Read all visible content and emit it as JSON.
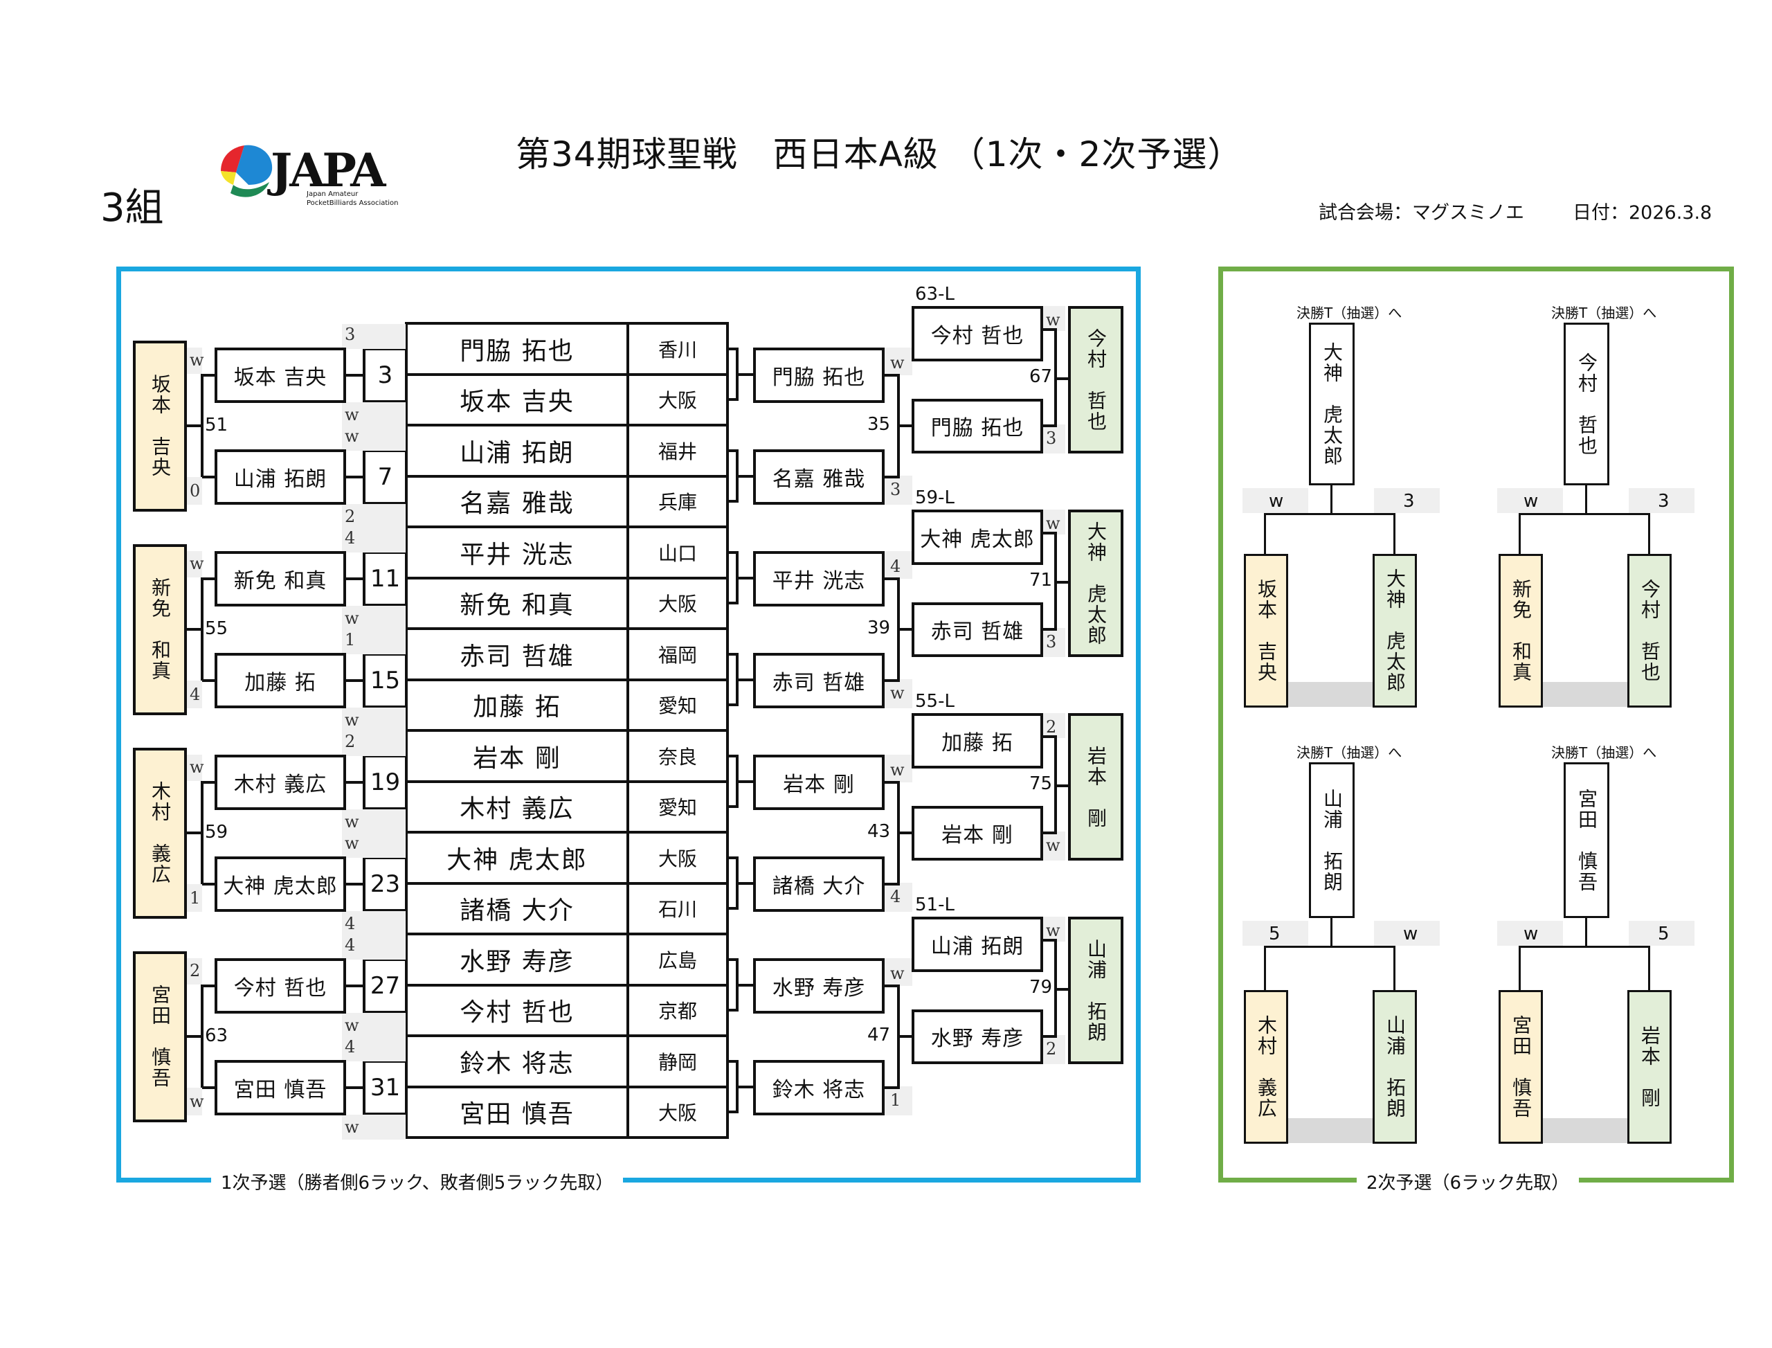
{
  "header": {
    "group": "3組",
    "title": "第34期球聖戦　西日本A級 （1次・2次予選）",
    "venue": "試合会場：マグスミノエ",
    "date": "日付：2026.3.8",
    "logo": {
      "text": "JAPA",
      "sub1": "Japan Amateur",
      "sub2": "PocketBilliards Association",
      "colors": [
        "#e5262d",
        "#1e88d4",
        "#f4e22a",
        "#1f8a55"
      ]
    }
  },
  "colors": {
    "stage1_frame": "#1aa7e0",
    "stage2_frame": "#70ad47",
    "winner_box": "#fdf1d2",
    "loser_box": "#e2eed8",
    "score_shade": "#efefef"
  },
  "stage1": {
    "caption": "1次予選（勝者側6ラック、敗者側5ラック先取）",
    "entries": [
      {
        "name": "門脇 拓也",
        "pref": "香川"
      },
      {
        "name": "坂本 吉央",
        "pref": "大阪"
      },
      {
        "name": "山浦 拓朗",
        "pref": "福井"
      },
      {
        "name": "名嘉 雅哉",
        "pref": "兵庫"
      },
      {
        "name": "平井 洸志",
        "pref": "山口"
      },
      {
        "name": "新免 和真",
        "pref": "大阪"
      },
      {
        "name": "赤司 哲雄",
        "pref": "福岡"
      },
      {
        "name": "加藤 拓",
        "pref": "愛知"
      },
      {
        "name": "岩本 剛",
        "pref": "奈良"
      },
      {
        "name": "木村 義広",
        "pref": "愛知"
      },
      {
        "name": "大神 虎太郎",
        "pref": "大阪"
      },
      {
        "name": "諸橋 大介",
        "pref": "石川"
      },
      {
        "name": "水野 寿彦",
        "pref": "広島"
      },
      {
        "name": "今村 哲也",
        "pref": "京都"
      },
      {
        "name": "鈴木 将志",
        "pref": "静岡"
      },
      {
        "name": "宮田 慎吾",
        "pref": "大阪"
      }
    ],
    "first_round_scores": [
      "3",
      "w",
      "w",
      "2",
      "4",
      "w",
      "1",
      "w",
      "2",
      "w",
      "w",
      "4",
      "4",
      "w",
      "4",
      "w"
    ],
    "match_numbers": [
      "3",
      "7",
      "11",
      "15",
      "19",
      "23",
      "27",
      "31"
    ],
    "winners_side": [
      {
        "winner": "坂本 吉央",
        "top": "坂本 吉央",
        "top_score": "w",
        "bottom": "山浦 拓朗",
        "bottom_score": "0",
        "match": "51"
      },
      {
        "winner": "新免 和真",
        "top": "新免 和真",
        "top_score": "w",
        "bottom": "加藤 拓",
        "bottom_score": "4",
        "match": "55"
      },
      {
        "winner": "木村 義広",
        "top": "木村 義広",
        "top_score": "w",
        "bottom": "大神 虎太郎",
        "bottom_score": "1",
        "match": "59"
      },
      {
        "winner": "宮田 慎吾",
        "top": "今村 哲也",
        "top_score": "2",
        "bottom": "宮田 慎吾",
        "bottom_score": "w",
        "match": "63"
      }
    ],
    "losers_side": [
      {
        "r1_top": "門脇 拓也",
        "r1_top_score": "w",
        "r1_bottom": "名嘉 雅哉",
        "r1_bottom_score": "3",
        "r1_match": "35",
        "drop_label": "63-L",
        "drop_name": "今村 哲也",
        "drop_score": "w",
        "r2_name": "門脇 拓也",
        "r2_score": "3",
        "r2_match": "67",
        "winner": "今村 哲也"
      },
      {
        "r1_top": "平井 洸志",
        "r1_top_score": "4",
        "r1_bottom": "赤司 哲雄",
        "r1_bottom_score": "w",
        "r1_match": "39",
        "drop_label": "59-L",
        "drop_name": "大神 虎太郎",
        "drop_score": "w",
        "r2_name": "赤司 哲雄",
        "r2_score": "3",
        "r2_match": "71",
        "winner": "大神 虎太郎"
      },
      {
        "r1_top": "岩本 剛",
        "r1_top_score": "w",
        "r1_bottom": "諸橋 大介",
        "r1_bottom_score": "4",
        "r1_match": "43",
        "drop_label": "55-L",
        "drop_name": "加藤 拓",
        "drop_score": "2",
        "r2_name": "岩本 剛",
        "r2_score": "w",
        "r2_match": "75",
        "winner": "岩本 剛"
      },
      {
        "r1_top": "水野 寿彦",
        "r1_top_score": "w",
        "r1_bottom": "鈴木 将志",
        "r1_bottom_score": "1",
        "r1_match": "47",
        "drop_label": "51-L",
        "drop_name": "山浦 拓朗",
        "drop_score": "w",
        "r2_name": "水野 寿彦",
        "r2_score": "2",
        "r2_match": "79",
        "winner": "山浦 拓朗"
      }
    ]
  },
  "stage2": {
    "caption": "2次予選（6ラック先取）",
    "to_final_label": "決勝T（抽選）へ",
    "matches": [
      {
        "winner": "大神 虎太郎",
        "left": "坂本 吉央",
        "left_score": "w",
        "right": "大神 虎太郎",
        "right_score": "3"
      },
      {
        "winner": "今村 哲也",
        "left": "新免 和真",
        "left_score": "w",
        "right": "今村 哲也",
        "right_score": "3"
      },
      {
        "winner": "山浦 拓朗",
        "left": "木村 義広",
        "left_score": "5",
        "right": "山浦 拓朗",
        "right_score": "w"
      },
      {
        "winner": "宮田 慎吾",
        "left": "宮田 慎吾",
        "left_score": "w",
        "right": "岩本 剛",
        "right_score": "5"
      }
    ]
  }
}
